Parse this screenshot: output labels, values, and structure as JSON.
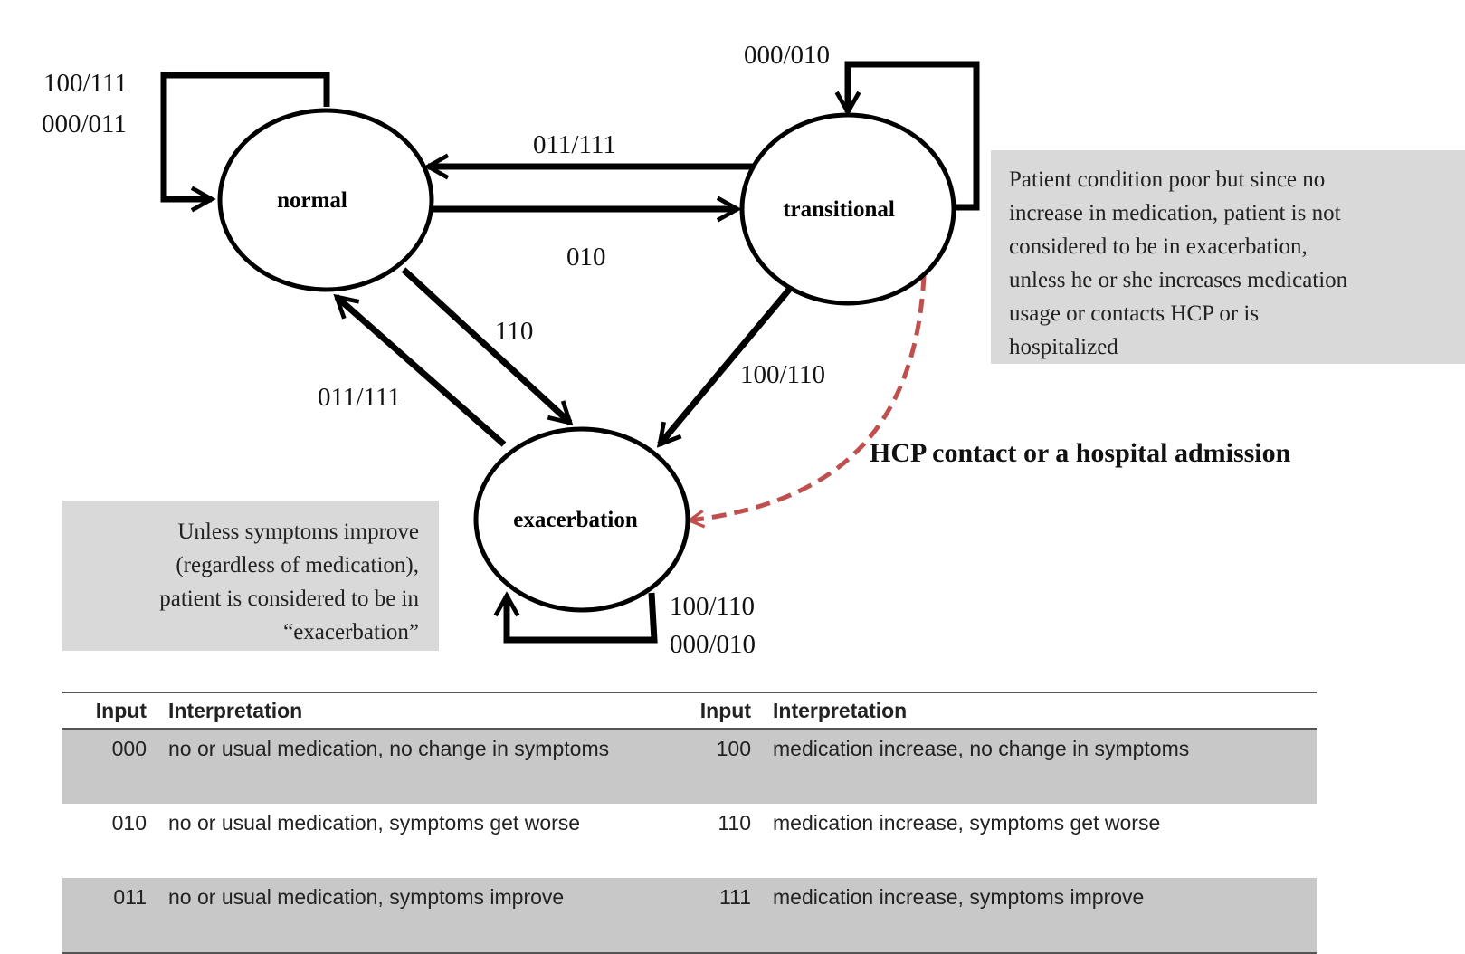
{
  "diagram": {
    "states": {
      "normal": "normal",
      "transitional": "transitional",
      "exacerbation": "exacerbation"
    },
    "transitions": {
      "normal_self_a": "100/111",
      "normal_self_b": "000/011",
      "transitional_self": "000/010",
      "transitional_to_normal": "011/111",
      "normal_to_transitional": "010",
      "normal_to_exacerbation": "110",
      "exacerbation_to_normal": "011/111",
      "transitional_to_exacerbation": "100/110",
      "exacerbation_self_a": "100/110",
      "exacerbation_self_b": "000/010",
      "hcp_transition": "HCP contact or a hospital admission"
    },
    "notes": {
      "transitional": [
        "Patient condition poor but since no",
        "increase in medication,  patient is not",
        "considered to be in  exacerbation,",
        "unless he or she increases medication",
        "usage or contacts HCP  or is",
        "hospitalized"
      ],
      "exacerbation": [
        "Unless symptoms improve",
        "(regardless of medication),",
        "patient is considered to be in",
        "“exacerbation”"
      ]
    },
    "colors": {
      "edge": "#000000",
      "hcp_edge": "#c0504d",
      "note_background": "#d9d9d9",
      "row_shading": "#c8c8c8"
    }
  },
  "legend": {
    "headers": [
      "Input",
      "Interpretation",
      "Input",
      "Interpretation"
    ],
    "rows": [
      [
        "000",
        "no or usual medication, no change in symptoms",
        "100",
        "medication increase, no change in symptoms"
      ],
      [
        "010",
        "no or usual medication, symptoms get worse",
        "110",
        "medication increase, symptoms get worse"
      ],
      [
        "011",
        "no or usual medication, symptoms improve",
        "111",
        "medication increase, symptoms improve"
      ]
    ]
  }
}
